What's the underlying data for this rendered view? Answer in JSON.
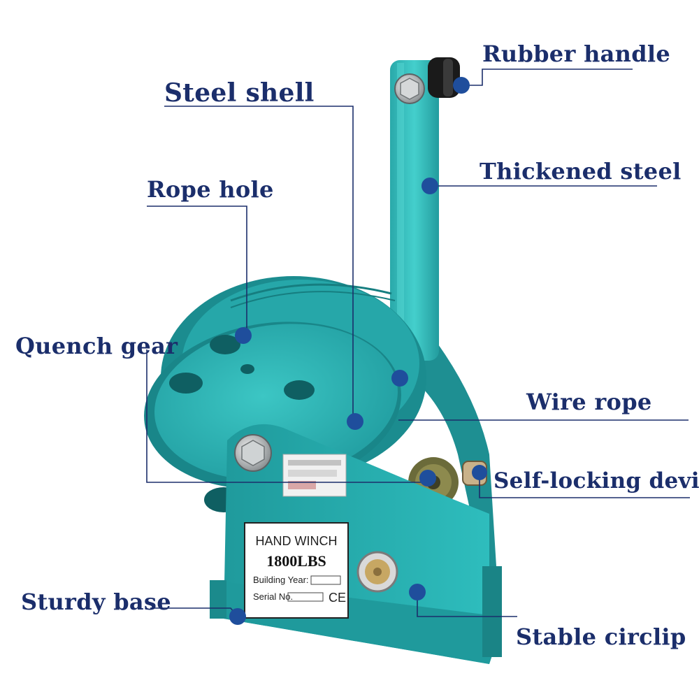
{
  "labels": {
    "rubber_handle": "Rubber handle",
    "steel_shell": "Steel shell",
    "thickened_steel": "Thickened steel",
    "rope_hole": "Rope hole",
    "quench_gear": "Quench gear",
    "wire_rope": "Wire rope",
    "self_locking_device": "Self-locking device",
    "sturdy_base": "Sturdy base",
    "stable_circlip": "Stable circlip"
  },
  "nameplate": {
    "title": "HAND WINCH",
    "capacity": "1800LBS",
    "building_year_label": "Building Year:",
    "serial_label": "Serial No.",
    "ce_mark": "CE"
  },
  "colors": {
    "label_text": "#1b2e6b",
    "leader_line": "#1b2e6b",
    "dot": "#1f4e9c",
    "body_teal": "#2fb3b3"
  }
}
